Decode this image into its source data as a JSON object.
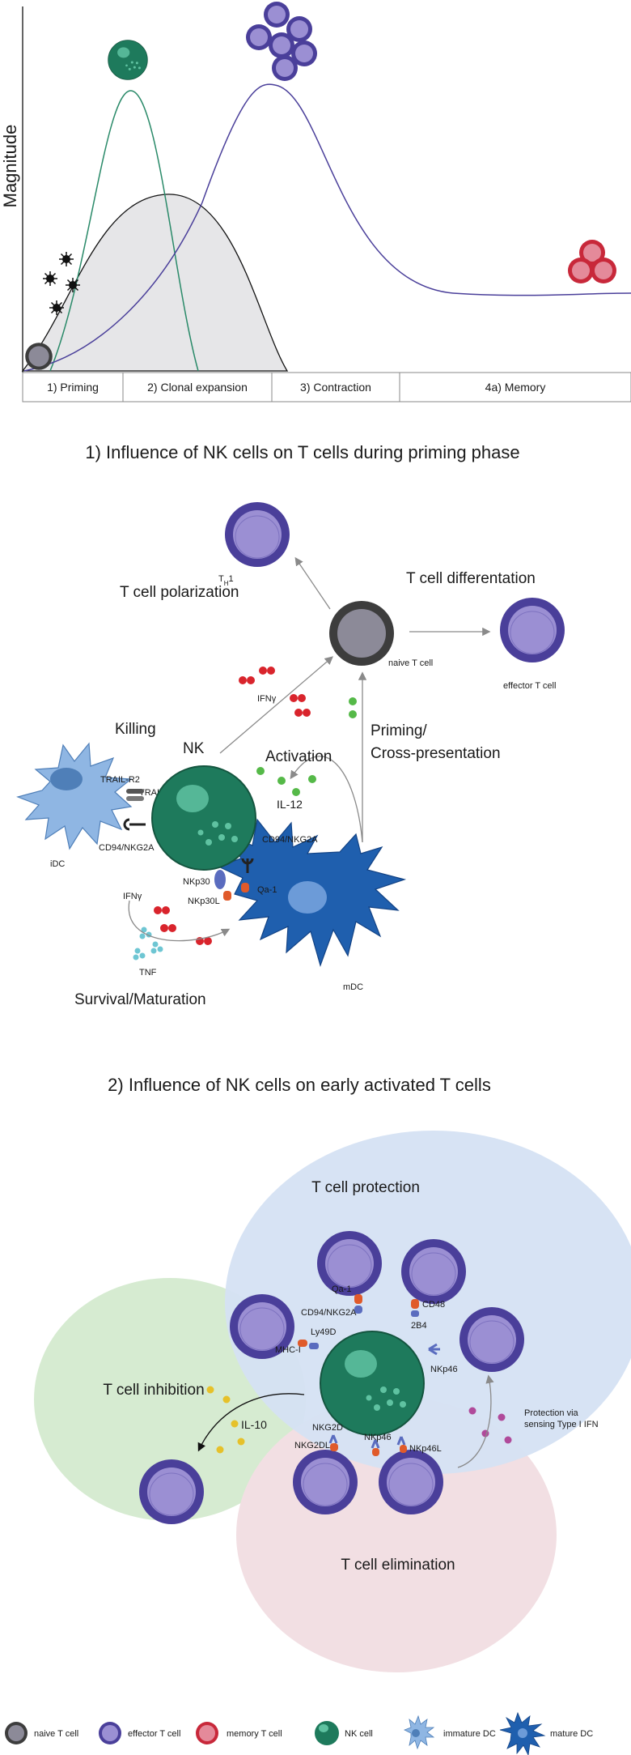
{
  "timeline": {
    "ylabel": "Magnitude",
    "phases": [
      "1) Priming",
      "2) Clonal expansion",
      "3) Contraction",
      "4a) Memory"
    ]
  },
  "section1": {
    "title": "1) Influence of NK cells on T cells during priming phase",
    "labels": {
      "th1": "T",
      "th1_sub": "H",
      "th1_suffix": "1",
      "t_cell_polarization": "T cell polarization",
      "t_cell_differentiation": "T cell differentation",
      "naive_t_cell": "naive T cell",
      "effector_t_cell": "effector T cell",
      "ifng_top": "IFNγ",
      "priming": "Priming/",
      "cross_presentation": "Cross-presentation",
      "killing": "Killing",
      "nk": "NK",
      "activation": "Activation",
      "il12": "IL-12",
      "trail_r2": "TRAIL-R2",
      "trail": "TRAIL",
      "idc": "iDC",
      "cd94_left": "CD94/NKG2A",
      "cd94_right": "CD94/NKG2A",
      "nkp30": "NKp30",
      "nkp30l": "NKp30L",
      "qa1": "Qa-1",
      "ifng_bottom": "IFNγ",
      "tnf": "TNF",
      "survival": "Survival/Maturation",
      "mdc": "mDC"
    }
  },
  "section2": {
    "title": "2) Influence of NK cells on early activated T cells",
    "labels": {
      "protection": "T cell protection",
      "inhibition": "T cell inhibition",
      "elimination": "T cell elimination",
      "il10": "IL-10",
      "qa1": "Qa-1",
      "cd94": "CD94/NKG2A",
      "cd48": "CD48",
      "b24": "2B4",
      "ly49d": "Ly49D",
      "mhc1": "MHC-I",
      "nkp46_right": "NKp46",
      "nkg2d": "NKG2D",
      "nkg2dl": "NKG2DL",
      "nkp46_bottom": "NKp46",
      "nkp46l": "NKp46L",
      "protection_via": "Protection via",
      "sensing": "sensing Type I IFN"
    }
  },
  "legend": [
    {
      "label": "naive T cell"
    },
    {
      "label": "effector T cell"
    },
    {
      "label": "memory T cell"
    },
    {
      "label": "NK cell"
    },
    {
      "label": "immature DC"
    },
    {
      "label": "mature DC"
    }
  ],
  "colors": {
    "nk": "#1e7a5c",
    "nk_light": "#5fc2a1",
    "effector_ring": "#4a3f9a",
    "effector_core": "#9b8fd3",
    "naive_ring": "#3d3d3d",
    "naive_core": "#8c8a98",
    "memory_ring": "#c8283a",
    "memory_core": "#e48a9a",
    "idc": "#8fb6e3",
    "mdc": "#1f5fae",
    "protection_bg": "#d5e1f3",
    "inhibition_bg": "#d6ebd1",
    "elimination_bg": "#f2dfe3"
  }
}
